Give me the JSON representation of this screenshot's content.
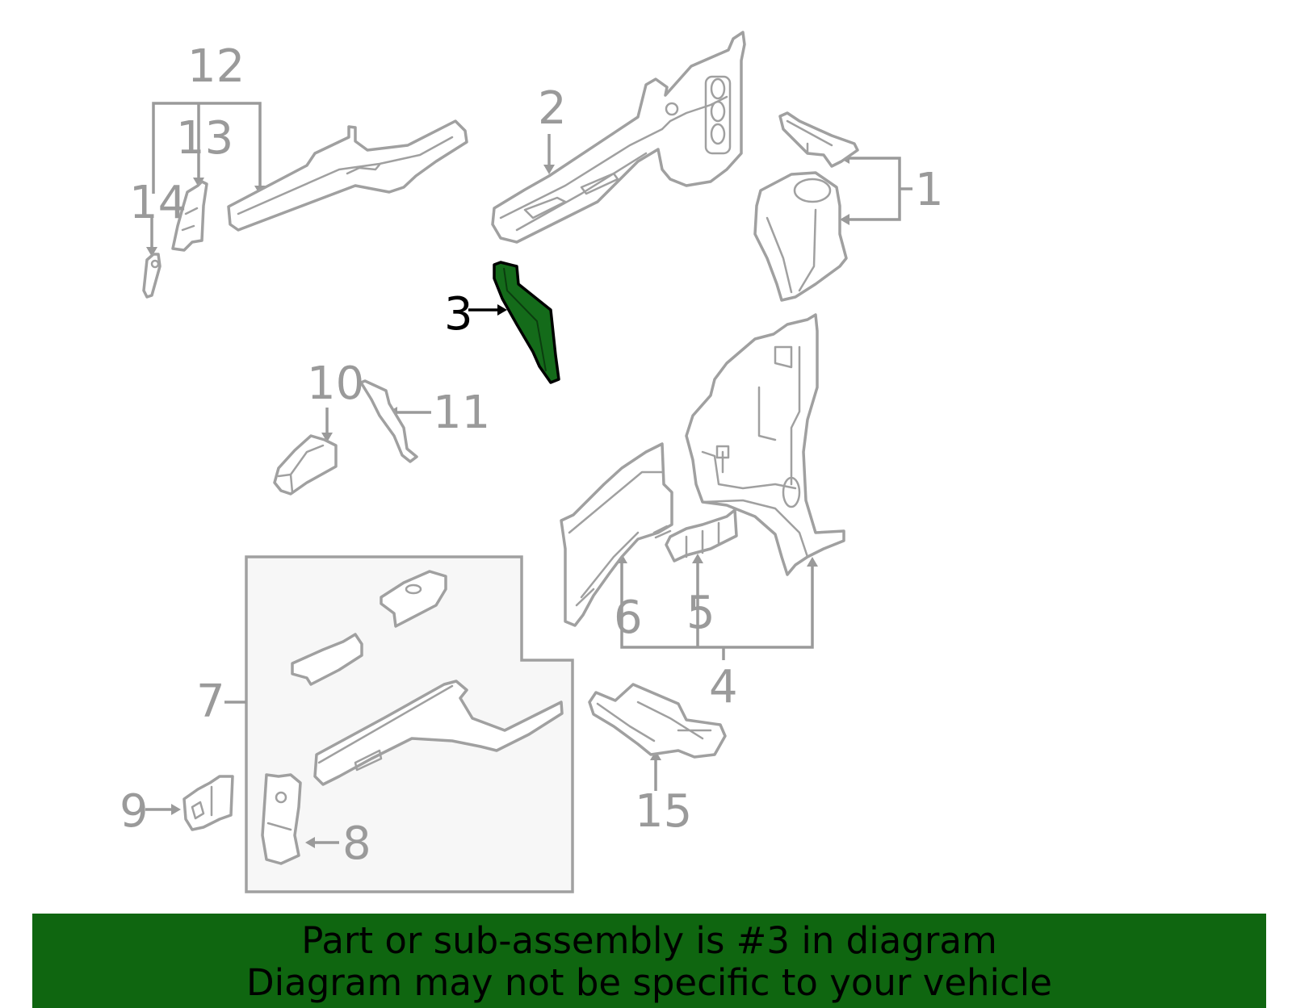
{
  "diagram": {
    "callouts": [
      "1",
      "2",
      "3",
      "4",
      "5",
      "6",
      "7",
      "8",
      "9",
      "10",
      "11",
      "12",
      "13",
      "14",
      "15"
    ],
    "highlighted_part": "3",
    "highlight_color": "#146b1a"
  },
  "banner": {
    "line1": "Part or sub-assembly is #3 in diagram",
    "line2": "Diagram may not be specific to your vehicle",
    "background": "#0f6610"
  }
}
